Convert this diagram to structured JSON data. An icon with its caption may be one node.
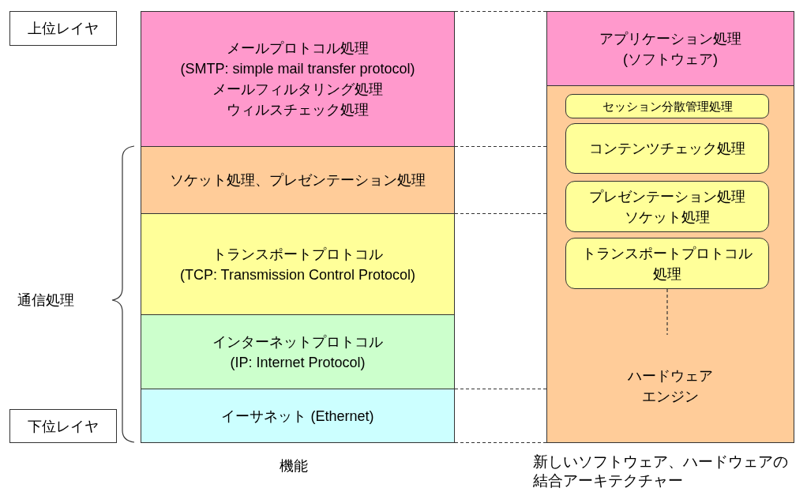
{
  "diagram": {
    "nodes": [
      {
        "text": [
          "上位レイヤ"
        ]
      },
      {
        "text": [
          "メールプロトコル処理",
          "(SMTP: simple mail transfer protocol)",
          "メールフィルタリング処理",
          "ウィルスチェック処理"
        ]
      },
      {
        "text": [
          "ソケット処理、プレゼンテーション処理"
        ]
      },
      {
        "text": [
          "トランスポートプロトコル",
          "(TCP: Transmission Control Protocol)"
        ]
      },
      {
        "text": [
          "インターネットプロトコル",
          "(IP: Internet Protocol)"
        ]
      },
      {
        "text": [
          "イーサネット (Ethernet)"
        ]
      },
      {
        "text": [
          "アプリケーション処理",
          "(ソフトウェア)"
        ]
      },
      {
        "text": [
          "ハードウェア",
          "エンジン"
        ]
      },
      {
        "text": [
          "セッション分散管理処理"
        ],
        "in": 7
      },
      {
        "text": [
          "コンテンツチェック処理"
        ],
        "in": 7
      },
      {
        "text": [
          "プレゼンテーション処理",
          "ソケット処理"
        ],
        "in": 7
      },
      {
        "text": [
          "トランスポートプロトコル",
          "処理"
        ],
        "in": 7
      },
      {
        "text": [
          "下位レイヤ"
        ]
      }
    ],
    "edges": [
      {
        "from": 11,
        "to": null,
        "arrow": "none",
        "style": "dashed"
      },
      {
        "from": 1,
        "to": 6,
        "arrow": "none",
        "style": "dashed"
      },
      {
        "from": 2,
        "to": 7,
        "arrow": "none",
        "style": "dashed"
      },
      {
        "from": 3,
        "to": 7,
        "arrow": "none",
        "style": "dashed"
      },
      {
        "from": 5,
        "to": 7,
        "arrow": "none",
        "style": "dashed"
      },
      {
        "from": 5,
        "to": 7,
        "arrow": "none",
        "style": "dashed"
      }
    ],
    "labels": [
      "通信処理",
      "機能",
      "新しいソフトウェア、ハードウェアの",
      "結合アーキテクチャー"
    ]
  }
}
